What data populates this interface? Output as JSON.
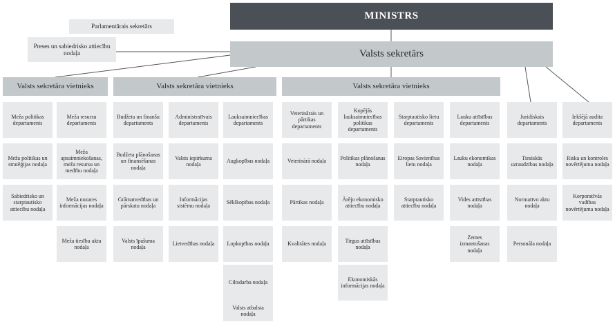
{
  "minister": "MINISTRS",
  "parliamentary_secretary": "Parlamentārais sekretārs",
  "press_department": "Preses un sabiedrisko attiecību nodaļa",
  "state_secretary": "Valsts sekretārs",
  "deputies": [
    "Valsts sekretāra vietnieks",
    "Valsts sekretāra vietnieks",
    "Valsts sekretāra vietnieks"
  ],
  "columns": [
    {
      "head": "Meža politikas departaments",
      "items": [
        "Meža politikas un stratēģijas nodaļa",
        "Sabiedrisko un starptautisko attiecību nodaļa"
      ]
    },
    {
      "head": "Meža resursu departaments",
      "items": [
        "Meža apsaimniekošanas, meža resursu un medību nodaļa",
        "Meža nozares informācijas nodaļa",
        "Meža tiesību aktu nodaļa"
      ]
    },
    {
      "head": "Budžeta un finanšu departaments",
      "items": [
        "Budžeta plānošanas un finansēšanas nodaļa",
        "Grāmatvedības un pārskatu nodaļa",
        "Valsts īpašuma nodaļa"
      ]
    },
    {
      "head": "Administratīvais departaments",
      "items": [
        "Valsts iepirkuma nodaļa",
        "Informācijas sistēmu nodaļa",
        "Lietvedības nodaļa"
      ]
    },
    {
      "head": "Lauksaimniecības departaments",
      "items": [
        "Augkopības nodaļa",
        "Sēklkopības nodaļa",
        "Lopkopības nodaļa",
        "Ciltsdarba nodaļa",
        "Valsts atbalsta nodaļa"
      ]
    },
    {
      "head": "Veterinārais un pārtikas departaments",
      "items": [
        "Veterinārā nodaļa",
        "Pārtikas nodaļa",
        "Kvalitātes nodaļa"
      ]
    },
    {
      "head": "Kopējās lauksaimniecības politikas departaments",
      "items": [
        "Politikas plānošanas nodaļa",
        "Ārējo ekonomisko attiecību nodaļa",
        "Tirgus attīstības nodaļa",
        "Ekonomiskās informācijas nodaļa"
      ]
    },
    {
      "head": "Starptautisko lietu departaments",
      "items": [
        "Eiropas Savienības lietu nodaļa",
        "Starptautisko attiecību nodaļa"
      ]
    },
    {
      "head": "Lauku attīstības departaments",
      "items": [
        "Lauku ekonomikas nodaļa",
        "Vides attīstības nodaļa",
        "Zemes izmantošanas nodaļa"
      ]
    },
    {
      "head": "Juridiskais departaments",
      "items": [
        "Tiesiskās uzraudzības nodaļa",
        "Normatīvo aktu nodaļa",
        "Personāla nodaļa"
      ]
    },
    {
      "head": "Iekšējā audita departaments",
      "items": [
        "Riska un kontroles novērtējuma nodaļa",
        "Korporatīvās vadības novērtējuma nodaļa"
      ]
    }
  ]
}
